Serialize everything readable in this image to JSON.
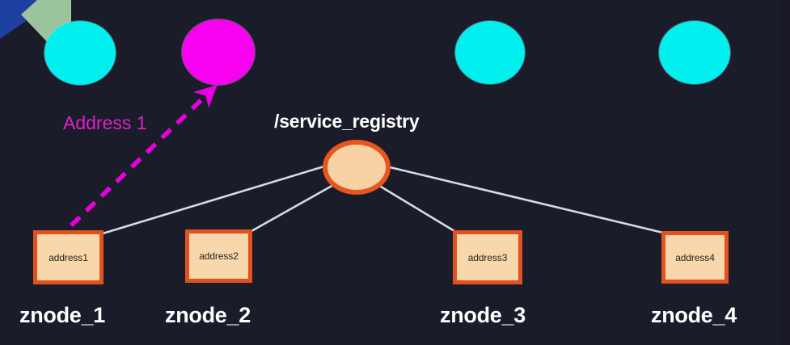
{
  "diagram": {
    "title_label": "/service_registry",
    "background_color": "#1b1c2a",
    "annotation": {
      "label": "Address 1",
      "color": "#e020c8",
      "arrow_style": "dashed",
      "arrow_from": "znode_1 address box",
      "arrow_to": "magenta client ellipse"
    },
    "corner_decoration": {
      "name": "corner-banner",
      "blue_color": "#1d3f9e",
      "green_color": "#9cc49c"
    },
    "root_node": {
      "label": "/service_registry",
      "fill_color": "#f6d2a4",
      "border_color": "#e8551f"
    },
    "clients": [
      {
        "name": "client-1",
        "color": "#00f0f0",
        "highlighted": false
      },
      {
        "name": "client-2",
        "color": "#f800f0",
        "highlighted": true
      },
      {
        "name": "client-3",
        "color": "#00f0f0",
        "highlighted": false
      },
      {
        "name": "client-4",
        "color": "#00f0f0",
        "highlighted": false
      }
    ],
    "znodes": [
      {
        "name": "znode_1",
        "value": "address1",
        "fill_color": "#f7d7ab",
        "border_color": "#e2521e"
      },
      {
        "name": "znode_2",
        "value": "address2",
        "fill_color": "#f7d7ab",
        "border_color": "#e2521e"
      },
      {
        "name": "znode_3",
        "value": "address3",
        "fill_color": "#f7d7ab",
        "border_color": "#e2521e"
      },
      {
        "name": "znode_4",
        "value": "address4",
        "fill_color": "#f7d7ab",
        "border_color": "#e2521e"
      }
    ],
    "edge_color": "#d9d9e2"
  }
}
